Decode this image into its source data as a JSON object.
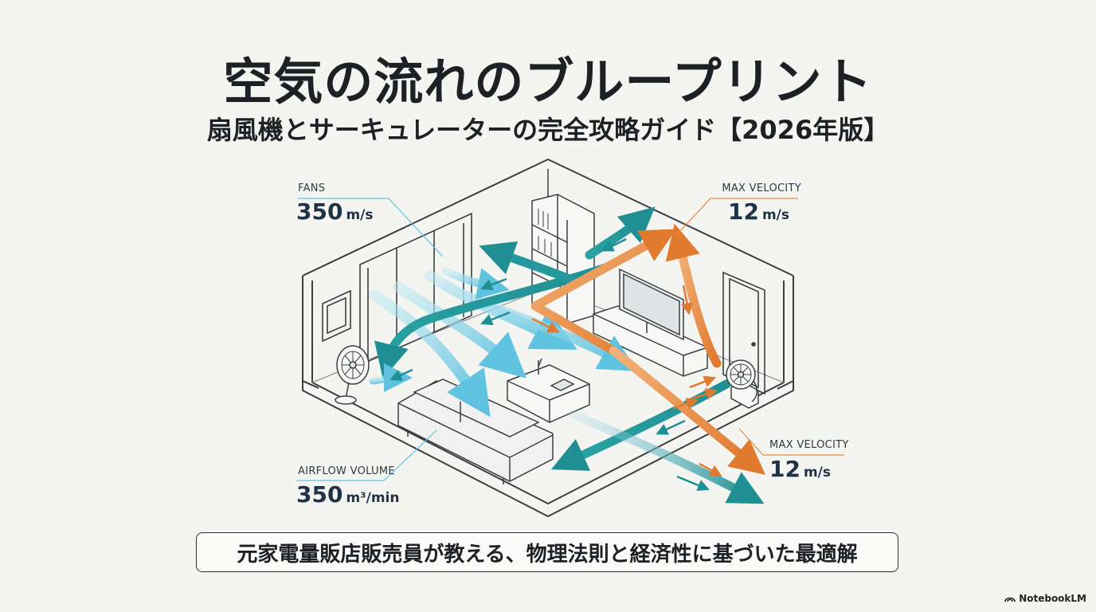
{
  "header": {
    "title": "空気の流れのブループリント",
    "subtitle": "扇風機とサーキュレーターの完全攻略ガイド【2026年版】"
  },
  "callouts": {
    "fans": {
      "label": "FANS",
      "value": "350",
      "unit": "m/s"
    },
    "max_velocity_top": {
      "label": "MAX VELOCITY",
      "value": "12",
      "unit": "m/s"
    },
    "max_velocity_bottom": {
      "label": "MAX VELOCITY",
      "value": "12",
      "unit": "m/s"
    },
    "airflow_volume": {
      "label": "AIRFLOW VOLUME",
      "value": "350",
      "unit": "m³/min"
    }
  },
  "footer": {
    "banner": "元家電量販店販売員が教える、物理法則と経済性に基づいた最適解",
    "brand": "NotebookLM"
  },
  "colors": {
    "cool_airflow": "#5fc3e0",
    "teal_airflow": "#1f8f94",
    "warm_airflow": "#e8883f",
    "line": "#3a3f44"
  },
  "icons": [
    "fan-icon",
    "circulator-icon",
    "notebooklm-logo-icon"
  ]
}
